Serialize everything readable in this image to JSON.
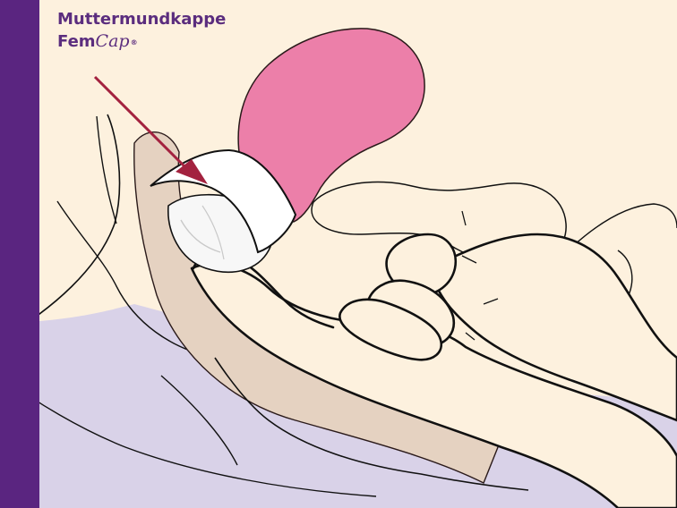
{
  "label": {
    "line1": "Muttermundkappe",
    "brand_prefix": "Fem",
    "brand_italic": "Cap",
    "registered": "®"
  },
  "colors": {
    "background": "#fdf1de",
    "purple_band": "#5a2580",
    "lavender": "#d9d2e8",
    "uterus_pink": "#ec7fa9",
    "tissue_beige": "#e5d2c1",
    "arrow_red": "#a3223f",
    "label_purple": "#5b2d7e",
    "outline": "#111111"
  },
  "icons": {
    "pointer": "arrow-icon",
    "device": "cervical-cap-icon"
  }
}
